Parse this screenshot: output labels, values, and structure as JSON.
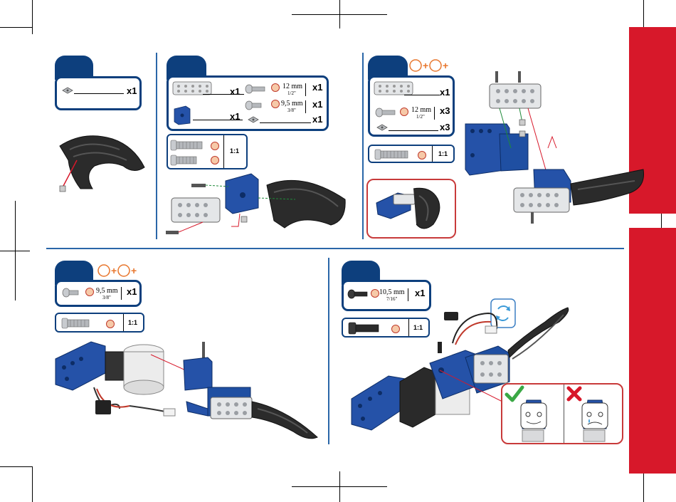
{
  "panels": {
    "p1": {
      "parts": [
        {
          "qty": "x1",
          "icon": "square-nut-icon"
        }
      ]
    },
    "p2": {
      "parts_left": [
        {
          "qty": "x1",
          "icon": "perforated-plate-icon"
        },
        {
          "qty": "x1",
          "icon": "blue-bracket-icon"
        }
      ],
      "parts_right": [
        {
          "qty": "x1",
          "length": "12 mm",
          "inch": "1/2\"",
          "icon": "screw-icon"
        },
        {
          "qty": "x1",
          "length": "9,5 mm",
          "inch": "3/8\"",
          "icon": "screw-icon"
        },
        {
          "qty": "x1",
          "icon": "square-nut-icon"
        }
      ],
      "scale": "1:1"
    },
    "p3": {
      "parts": [
        {
          "qty": "x1",
          "icon": "perforated-plate-icon"
        },
        {
          "qty": "x3",
          "length": "12 mm",
          "inch": "1/2\"",
          "icon": "screw-icon"
        },
        {
          "qty": "x3",
          "icon": "square-nut-icon"
        }
      ],
      "scale": "1:1"
    },
    "p4": {
      "parts": [
        {
          "qty": "x1",
          "length": "9,5 mm",
          "inch": "3/8\"",
          "icon": "screw-icon"
        }
      ],
      "scale": "1:1"
    },
    "p5": {
      "parts": [
        {
          "qty": "x1",
          "length": "10,5 mm",
          "inch": "7/16\"",
          "icon": "black-screw-icon"
        }
      ],
      "scale": "1:1"
    }
  },
  "colors": {
    "brand_blue": "#0d3f7d",
    "accent_red": "#d7182a",
    "part_orange": "#e8772e"
  }
}
